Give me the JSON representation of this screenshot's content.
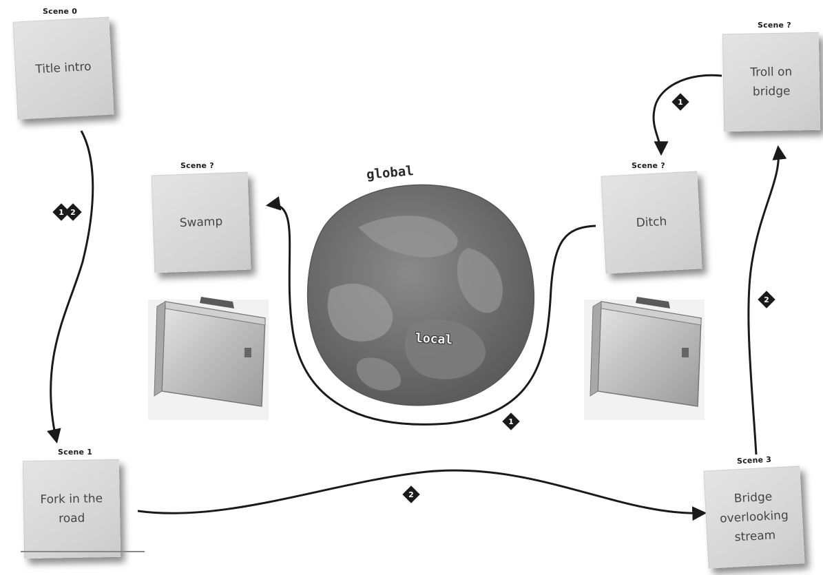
{
  "scenes": {
    "title_intro": {
      "label": "Scene 0",
      "text": "Title intro"
    },
    "swamp": {
      "label": "Scene ?",
      "text": "Swamp"
    },
    "ditch": {
      "label": "Scene ?",
      "text": "Ditch"
    },
    "troll": {
      "label": "Scene ?",
      "text": "Troll on\nbridge"
    },
    "fork": {
      "label": "Scene 1",
      "text": "Fork in the\nroad"
    },
    "bridge": {
      "label": "Scene 3",
      "text": "Bridge\noverlooking\nstream"
    }
  },
  "globe": {
    "global_label": "global",
    "local_label": "local"
  },
  "badges": {
    "left_path": [
      "1",
      "2"
    ],
    "ditch_to_swamp": "1",
    "fork_to_bridge": "2",
    "bridge_to_troll": "2",
    "troll_to_ditch": "1"
  },
  "colors": {
    "arrow": "#1a1a1a",
    "note": "#d9d9d9",
    "globe_dark": "#6e6e6e",
    "globe_light": "#8c8c8c"
  },
  "icons": [
    "briefcase-icon",
    "briefcase-icon",
    "globe-icon"
  ]
}
